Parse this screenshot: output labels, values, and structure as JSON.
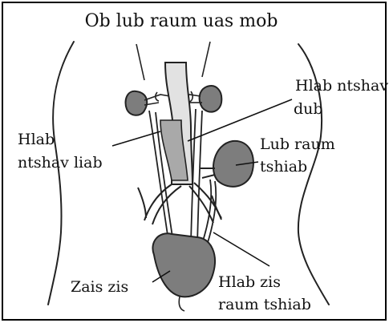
{
  "diagram": {
    "title": "Ob lub raum uas mob",
    "labels": {
      "artery_right_line1": "Hlab ntshav",
      "artery_right_line2": "dub",
      "vein_left_line1": "Hlab",
      "vein_left_line2": "ntshav liab",
      "kidney_line1": "Lub raum",
      "kidney_line2": "tshiab",
      "bladder": "Zais zis",
      "ureter_line1": "Hlab zis",
      "ureter_line2": "raum tshiab"
    },
    "colors": {
      "ink": "#111111",
      "organ_dark": "#7d7d7d",
      "vessel_mid": "#a9a9a9",
      "vessel_light": "#e2e2e2",
      "border": "#000000"
    }
  }
}
